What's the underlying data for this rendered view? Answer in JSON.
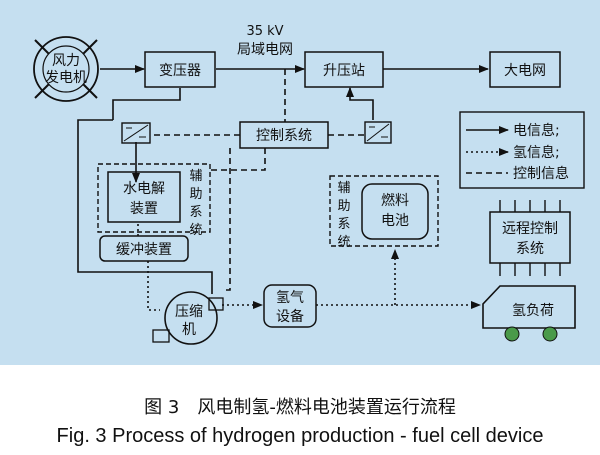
{
  "figure": {
    "background_color": "#c5dff0",
    "nodes": {
      "wind_turbine": "风力\n发电机",
      "transformer": "变压器",
      "local_grid": "35 kV\n局域电网",
      "step_up_station": "升压站",
      "main_grid": "大电网",
      "control_system": "控制系统",
      "electrolyzer": "水电解\n装置",
      "aux_system_left": "辅助系统",
      "buffer_device": "缓冲装置",
      "compressor": "压缩\n机",
      "hydrogen_storage": "氢气\n设备",
      "aux_system_right": "辅助系统",
      "fuel_cell": "燃料\n电池",
      "remote_control": "远程控制\n系统",
      "hydrogen_load": "氢负荷"
    },
    "legend": {
      "electric": "电信息;",
      "hydrogen": "氢信息;",
      "control": "控制信息"
    }
  },
  "caption": {
    "chinese": "图 3　风电制氢-燃料电池装置运行流程",
    "english": "Fig. 3    Process of hydrogen production - fuel cell device"
  }
}
